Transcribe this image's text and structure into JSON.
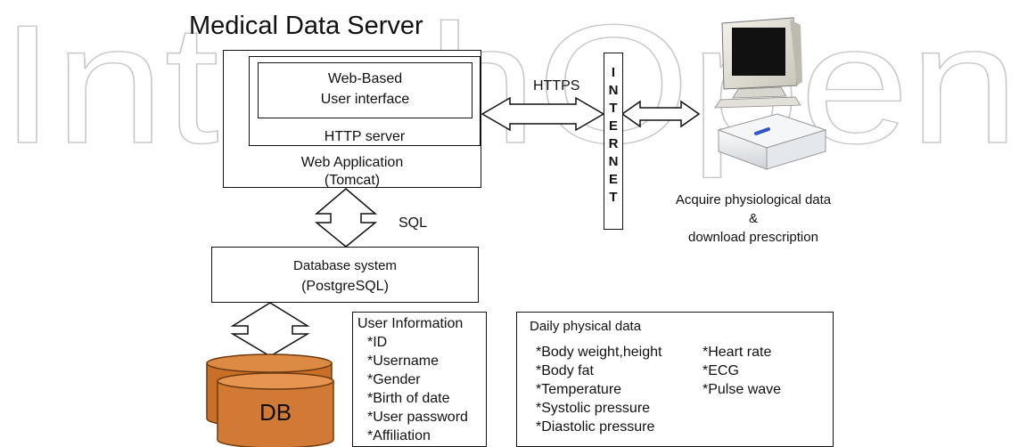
{
  "watermark": "IntechOpen",
  "title": "Medical Data Server",
  "web_ui": {
    "line1": "Web-Based",
    "line2": "User interface"
  },
  "http_server": "HTTP server",
  "web_app": {
    "line1": "Web Application",
    "line2": "(Tomcat)"
  },
  "https_label": "HTTPS",
  "internet_letters": [
    "I",
    "N",
    "T",
    "E",
    "R",
    "N",
    "E",
    "T"
  ],
  "sql_label": "SQL",
  "database": {
    "line1": "Database system",
    "line2": "(PostgreSQL)"
  },
  "db_label": "DB",
  "acquire": {
    "line1": "Acquire physiological data",
    "line2": "&",
    "line3": "download prescription"
  },
  "user_info": {
    "title": "User Information",
    "items": [
      "*ID",
      "*Username",
      "*Gender",
      "*Birth of date",
      "*User password",
      "*Affiliation"
    ]
  },
  "daily": {
    "title": "Daily physical data",
    "col1": [
      "*Body weight,height",
      "*Body fat",
      "*Temperature",
      "*Systolic pressure",
      "*Diastolic pressure"
    ],
    "col2": [
      "*Heart rate",
      "*ECG",
      "*Pulse wave"
    ]
  },
  "colors": {
    "db_fill": "#cf7a32",
    "db_edge": "#8a4512",
    "watermark": "#c8c8c8"
  }
}
